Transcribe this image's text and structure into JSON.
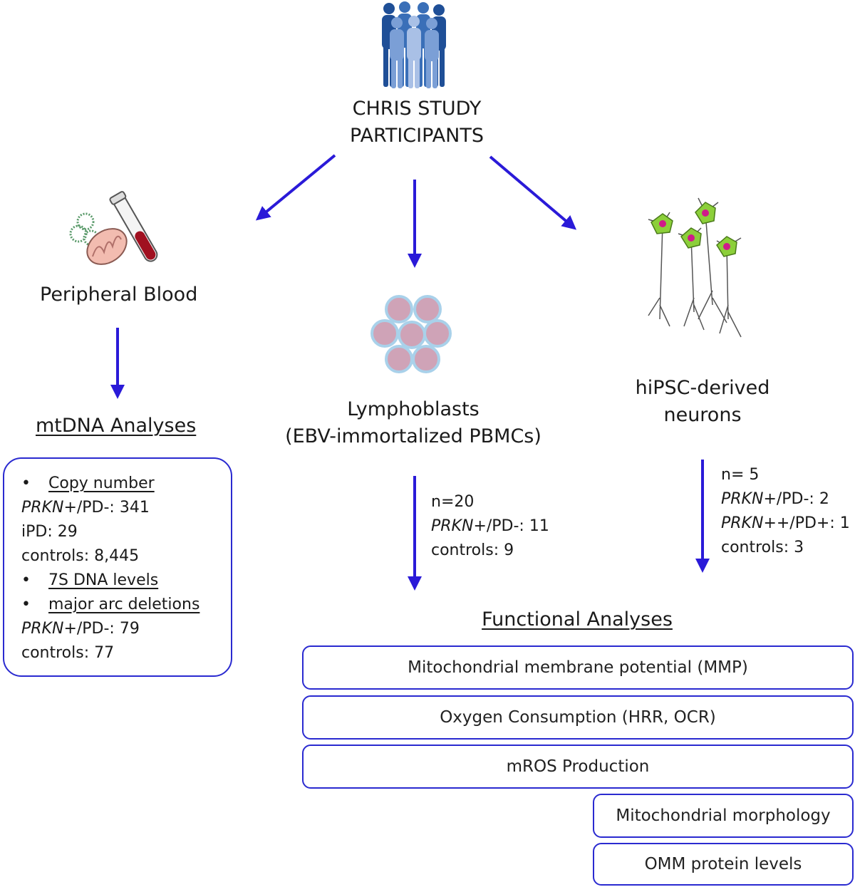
{
  "title": {
    "line1": "CHRIS STUDY",
    "line2": "PARTICIPANTS"
  },
  "peripheral_blood": {
    "label": "Peripheral Blood"
  },
  "lymphoblasts": {
    "line1": "Lymphoblasts",
    "line2": "(EBV-immortalized PBMCs)"
  },
  "neurons": {
    "line1": "hiPSC-derived",
    "line2": "neurons"
  },
  "mtdna": {
    "heading": "mtDNA Analyses",
    "bullet": "•",
    "copy_number": "Copy number",
    "prkn_label": "PRKN",
    "prkn_copy": "+/PD-: 341",
    "ipd": "iPD: 29",
    "controls_copy": "controls: 8,445",
    "seven_s": "7S DNA levels",
    "major_arc": "major arc deletions",
    "prkn_arc": "+/PD-: 79",
    "controls_arc": "controls: 77"
  },
  "lympho_stats": {
    "n": "n=20",
    "prkn_label": "PRKN",
    "prkn": "+/PD-: 11",
    "controls": "controls: 9"
  },
  "neuron_stats": {
    "n": "n= 5",
    "prkn_label": "PRKN",
    "prkn1": "+/PD-: 2",
    "prkn2": "++/PD+: 1",
    "controls": "controls: 3"
  },
  "functional": {
    "heading": "Functional Analyses",
    "items": [
      "Mitochondrial membrane potential (MMP)",
      "Oxygen Consumption (HRR, OCR)",
      "mROS Production",
      "Mitochondrial morphology",
      "OMM protein levels"
    ]
  },
  "colors": {
    "arrow": "#2a1ad8",
    "box_border": "#2a2ad0"
  }
}
